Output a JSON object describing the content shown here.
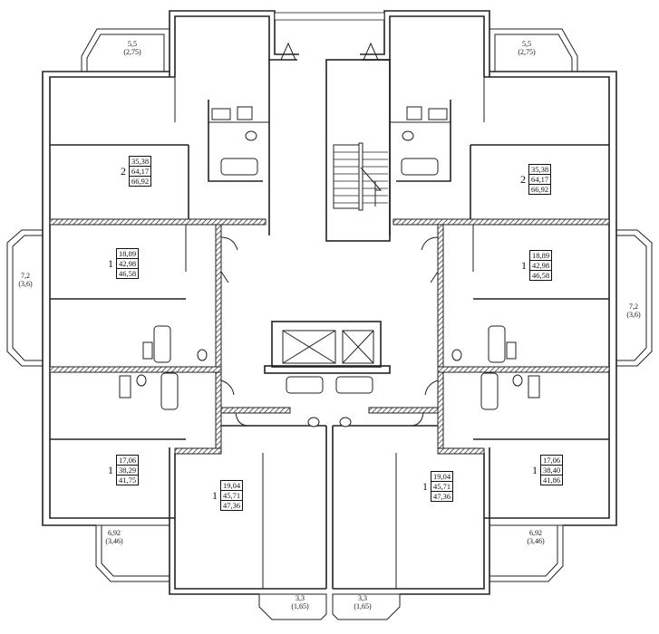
{
  "apartments": {
    "top_left": {
      "rooms": "2",
      "living": "35,38",
      "usable": "64,17",
      "total": "66,92"
    },
    "top_right": {
      "rooms": "2",
      "living": "35,38",
      "usable": "64,17",
      "total": "66,92"
    },
    "mid_left": {
      "rooms": "1",
      "living": "18,89",
      "usable": "42,98",
      "total": "46,58"
    },
    "mid_right": {
      "rooms": "1",
      "living": "18,89",
      "usable": "42,98",
      "total": "46,58"
    },
    "low_left": {
      "rooms": "1",
      "living": "17,06",
      "usable": "38,29",
      "total": "41,75"
    },
    "low_right": {
      "rooms": "1",
      "living": "17,06",
      "usable": "38,40",
      "total": "41,86"
    },
    "bottom_left": {
      "rooms": "1",
      "living": "19,04",
      "usable": "45,71",
      "total": "47,36"
    },
    "bottom_right": {
      "rooms": "1",
      "living": "19,04",
      "usable": "45,71",
      "total": "47,36"
    }
  },
  "balconies": {
    "top_left": {
      "area": "5,5",
      "reduced": "(2,75)"
    },
    "top_right": {
      "area": "5,5",
      "reduced": "(2,75)"
    },
    "left": {
      "area": "7,2",
      "reduced": "(3,6)"
    },
    "right": {
      "area": "7,2",
      "reduced": "(3,6)"
    },
    "low_left": {
      "area": "6,92",
      "reduced": "(3,46)"
    },
    "low_right": {
      "area": "6,92",
      "reduced": "(3,46)"
    },
    "bottom_left": {
      "area": "3,3",
      "reduced": "(1,65)"
    },
    "bottom_right": {
      "area": "3,3",
      "reduced": "(1,65)"
    }
  }
}
